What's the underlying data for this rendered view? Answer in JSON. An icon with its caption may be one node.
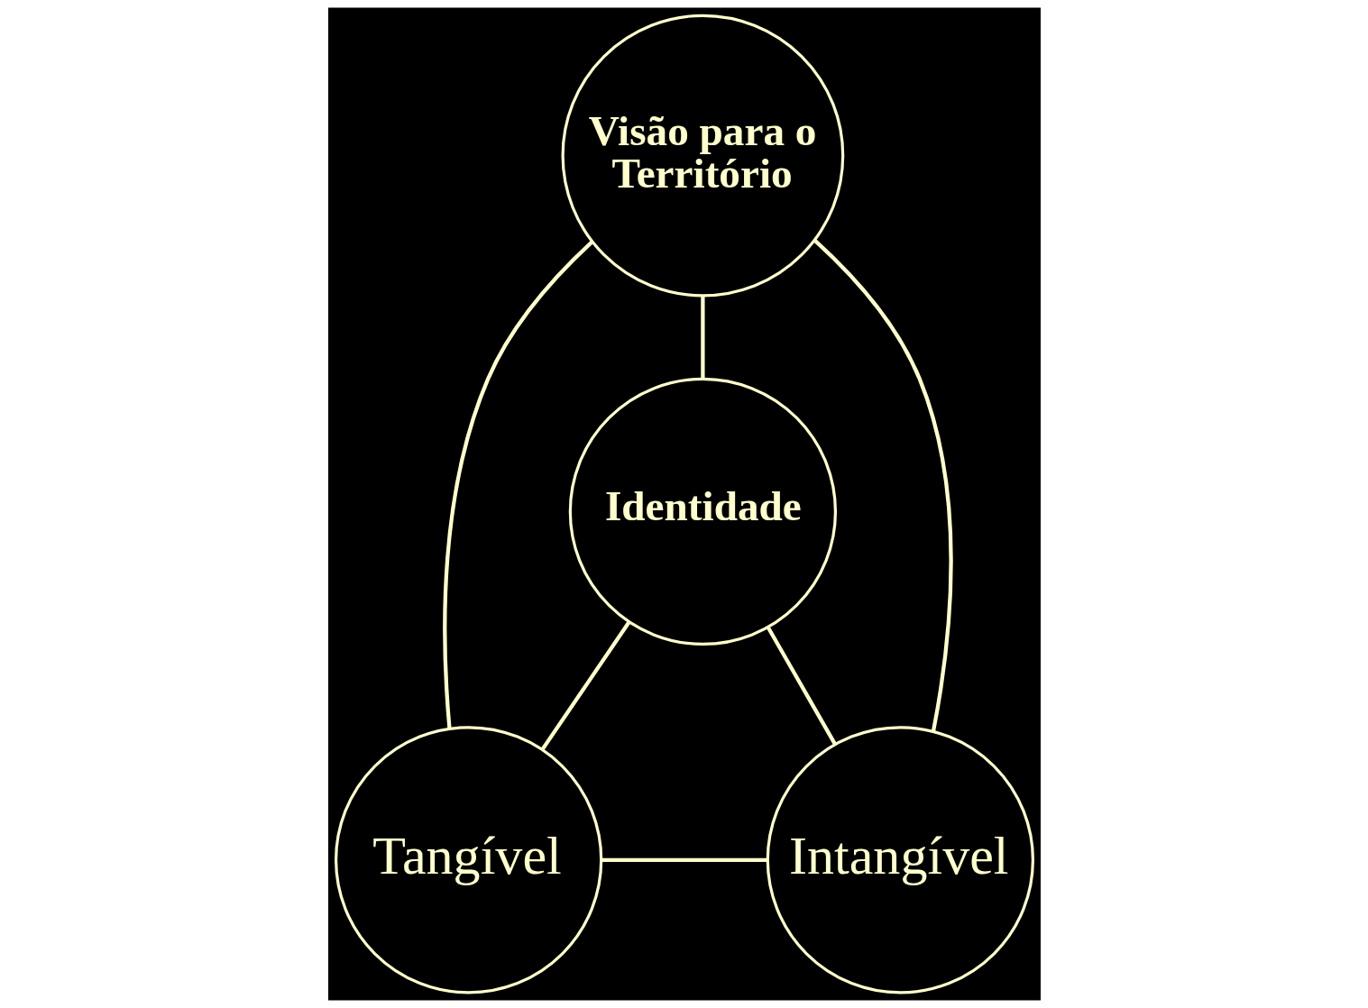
{
  "diagram": {
    "nodes": [
      {
        "text": [
          "Visão para o Território"
        ]
      },
      {
        "text": [
          "Identidade"
        ]
      },
      {
        "text": [
          "Tangível"
        ]
      },
      {
        "text": [
          "Intangível"
        ]
      }
    ],
    "edges": [
      {
        "from": 0,
        "to": 1,
        "arrow": "none"
      },
      {
        "from": 0,
        "to": 2,
        "arrow": "none"
      },
      {
        "from": 0,
        "to": 3,
        "arrow": "none"
      },
      {
        "from": 1,
        "to": 2,
        "arrow": "none"
      },
      {
        "from": 1,
        "to": 3,
        "arrow": "none"
      },
      {
        "from": 2,
        "to": 3,
        "arrow": "none"
      }
    ]
  }
}
